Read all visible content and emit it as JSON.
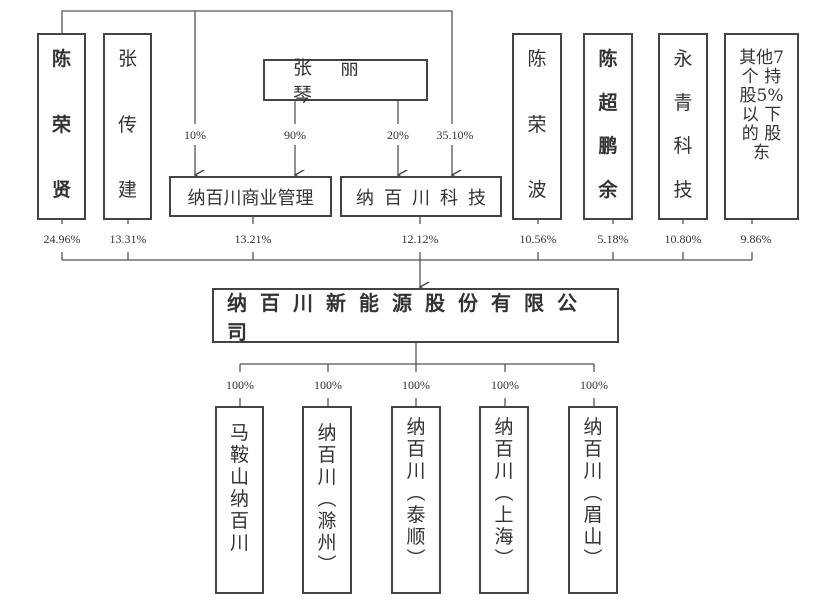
{
  "diagram": {
    "type": "shareholding-structure",
    "company": {
      "name": "纳百川新能源股份有限公司"
    },
    "top_shareholder": {
      "name": "张丽琴",
      "holdings": [
        {
          "target": "纳百川商业管理",
          "percent": "90%"
        },
        {
          "target": "纳百川科技",
          "percent": "20%"
        }
      ]
    },
    "chen_rongxian_indirect": [
      {
        "target": "纳百川商业管理",
        "percent": "10%"
      },
      {
        "target": "纳百川科技",
        "percent": "35.10%"
      }
    ],
    "shareholders": [
      {
        "name": "陈荣贤",
        "percent": "24.96%"
      },
      {
        "name": "张传建",
        "percent": "13.31%"
      },
      {
        "name": "纳百川商业管理",
        "percent": "13.21%"
      },
      {
        "name": "纳百川科技",
        "percent": "12.12%"
      },
      {
        "name": "陈荣波",
        "percent": "10.56%"
      },
      {
        "name": "陈超鹏余",
        "percent": "5.18%"
      },
      {
        "name": "永青科技",
        "percent": "10.80%"
      },
      {
        "name": "其他7个持股5%以下的股东",
        "percent": "9.86%",
        "lines": [
          "其他7",
          "个 持",
          "股5%",
          "以 下",
          "的 股",
          "东"
        ]
      }
    ],
    "subsidiaries": [
      {
        "name": "马鞍山纳百川",
        "percent": "100%"
      },
      {
        "name": "纳百川（滁州）",
        "percent": "100%"
      },
      {
        "name": "纳百川（泰顺）",
        "percent": "100%"
      },
      {
        "name": "纳百川（上海）",
        "percent": "100%"
      },
      {
        "name": "纳百川（眉山）",
        "percent": "100%"
      }
    ]
  },
  "colors": {
    "line": "#555555",
    "border": "#444444",
    "text": "#333333"
  }
}
